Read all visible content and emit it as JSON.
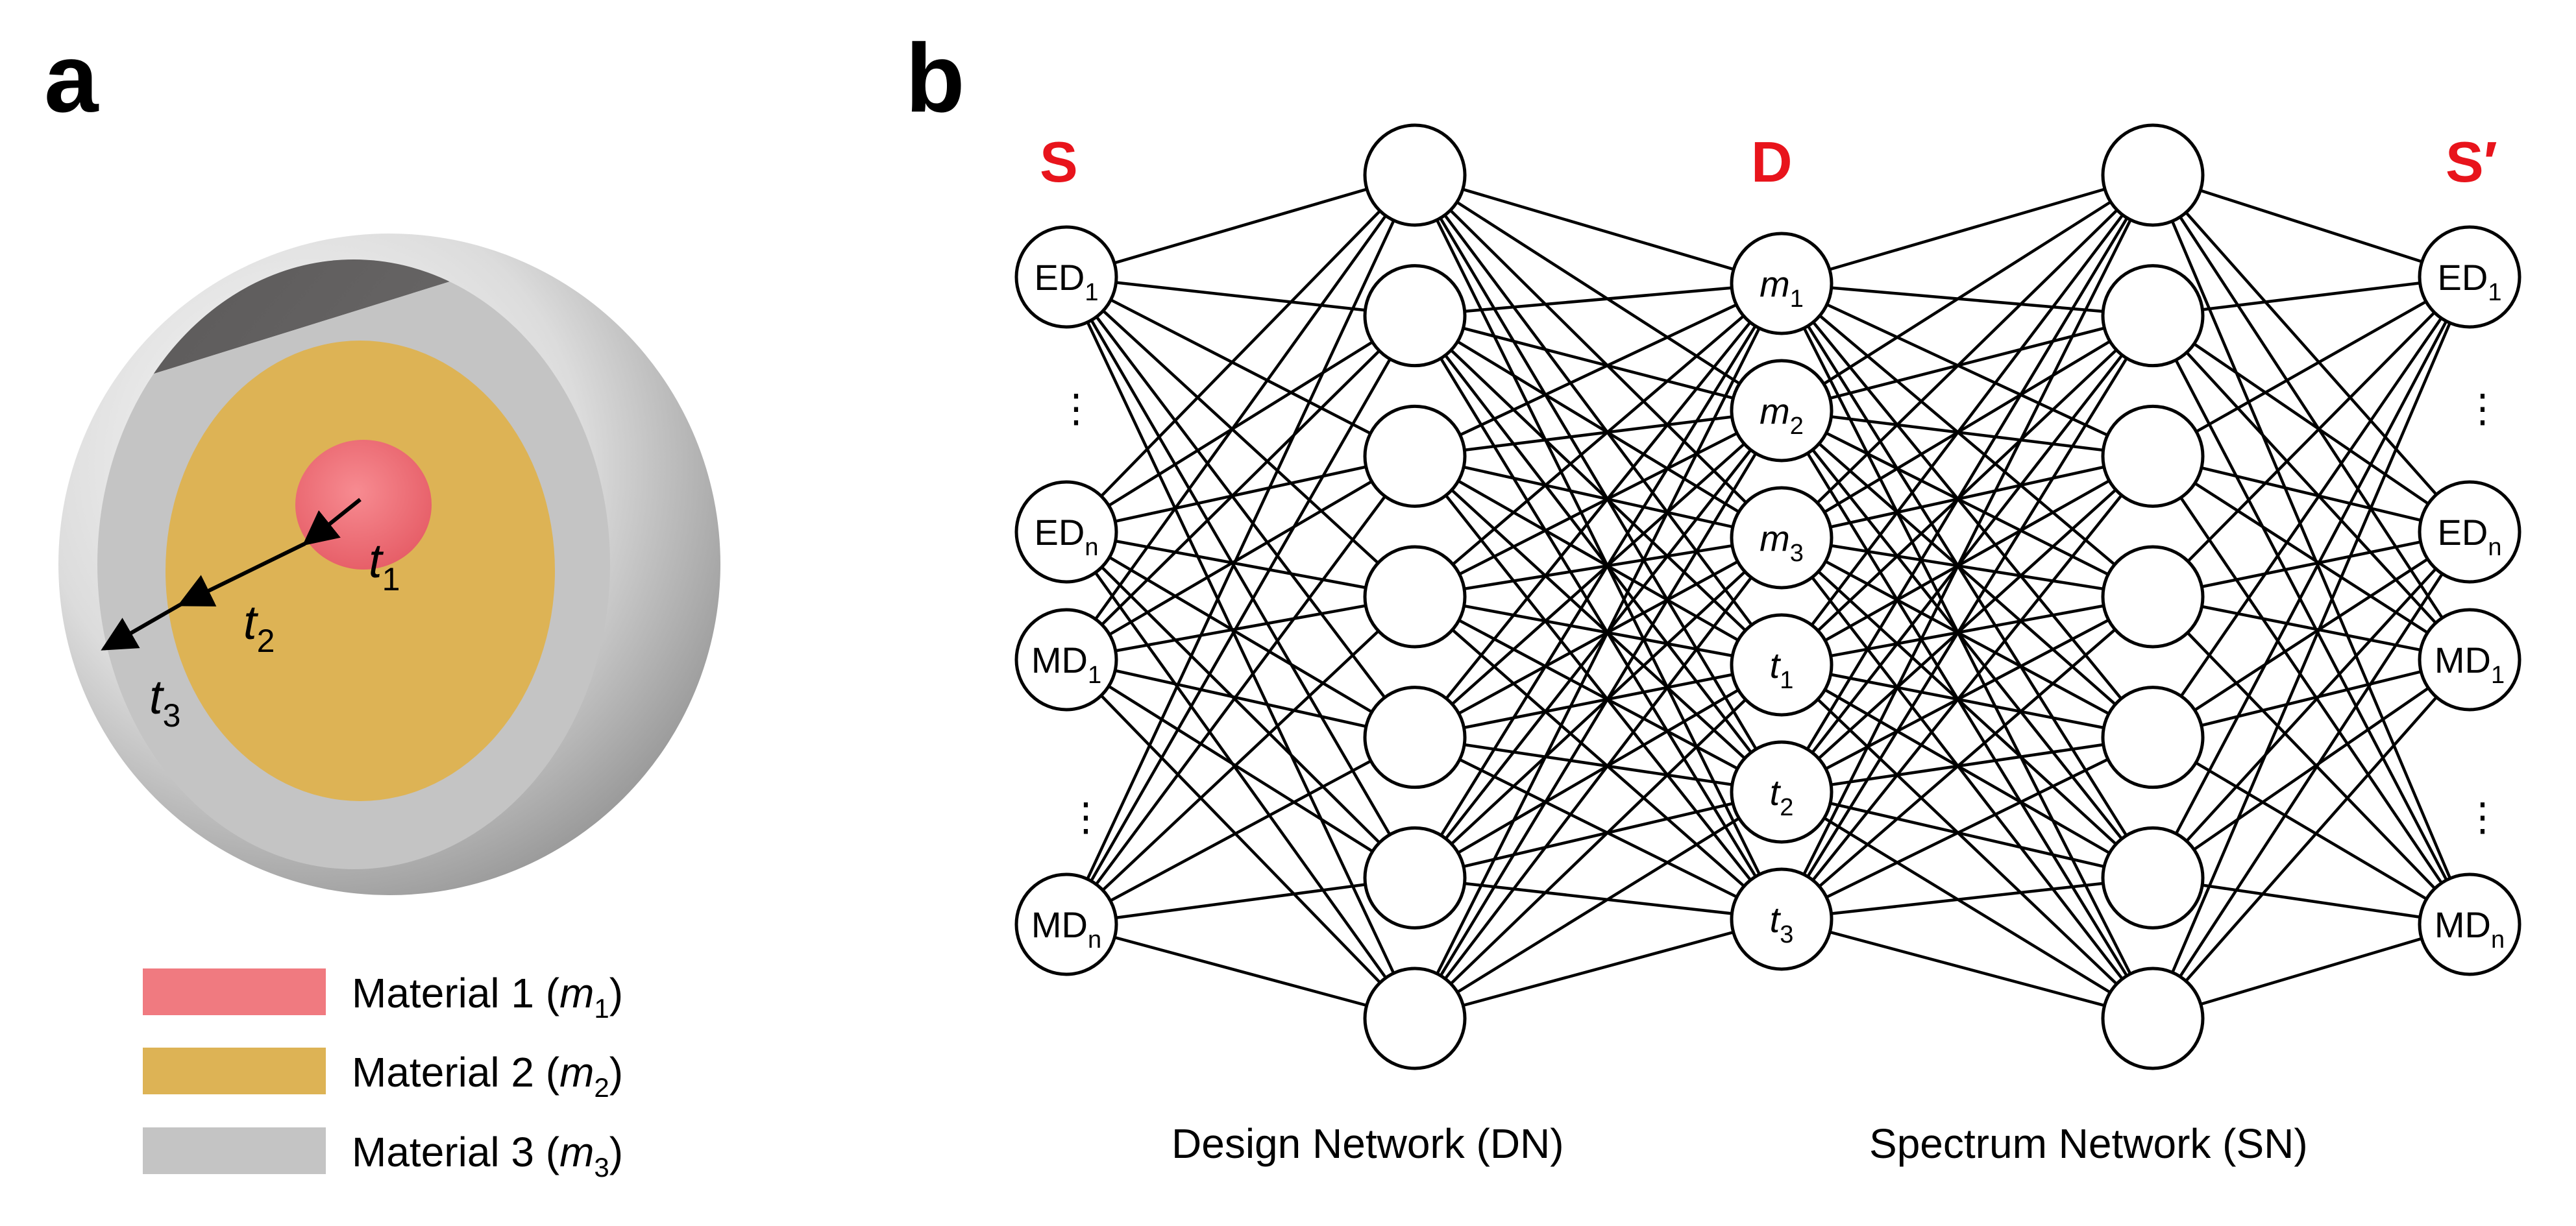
{
  "panel_a": {
    "letter": "a",
    "colors": {
      "material1": "#f07a80",
      "material2": "#ddb355",
      "material3": "#c4c4c4"
    },
    "thickness_labels": [
      {
        "base": "t",
        "sub": "1"
      },
      {
        "base": "t",
        "sub": "2"
      },
      {
        "base": "t",
        "sub": "3"
      }
    ],
    "legend": [
      {
        "prefix": "Material 1 (",
        "var": "m",
        "sub": "1",
        "suffix": ")",
        "color": "#f07a80"
      },
      {
        "prefix": "Material 2 (",
        "var": "m",
        "sub": "2",
        "suffix": ")",
        "color": "#ddb355"
      },
      {
        "prefix": "Material 3 (",
        "var": "m",
        "sub": "3",
        "suffix": ")",
        "color": "#c4c4c4"
      }
    ]
  },
  "panel_b": {
    "letter": "b",
    "label_color": "#e8141c",
    "layer_labels": {
      "input": "S",
      "design": "D",
      "output": "S′"
    },
    "input_nodes": [
      {
        "base": "ED",
        "sub": "1",
        "italic": false
      },
      {
        "base": "ED",
        "sub": "n",
        "italic": false
      },
      {
        "base": "MD",
        "sub": "1",
        "italic": false
      },
      {
        "base": "MD",
        "sub": "n",
        "italic": false
      }
    ],
    "hidden_layer_1_count": 7,
    "design_nodes": [
      {
        "base": "m",
        "sub": "1",
        "italic": true
      },
      {
        "base": "m",
        "sub": "2",
        "italic": true
      },
      {
        "base": "m",
        "sub": "3",
        "italic": true
      },
      {
        "base": "t",
        "sub": "1",
        "italic": true
      },
      {
        "base": "t",
        "sub": "2",
        "italic": true
      },
      {
        "base": "t",
        "sub": "3",
        "italic": true
      }
    ],
    "hidden_layer_2_count": 7,
    "output_nodes": [
      {
        "base": "ED",
        "sub": "1",
        "italic": false
      },
      {
        "base": "ED",
        "sub": "n",
        "italic": false
      },
      {
        "base": "MD",
        "sub": "1",
        "italic": false
      },
      {
        "base": "MD",
        "sub": "n",
        "italic": false
      }
    ],
    "ellipsis": "⋮",
    "captions": {
      "design": "Design Network (DN)",
      "spectrum": "Spectrum Network (SN)"
    }
  }
}
